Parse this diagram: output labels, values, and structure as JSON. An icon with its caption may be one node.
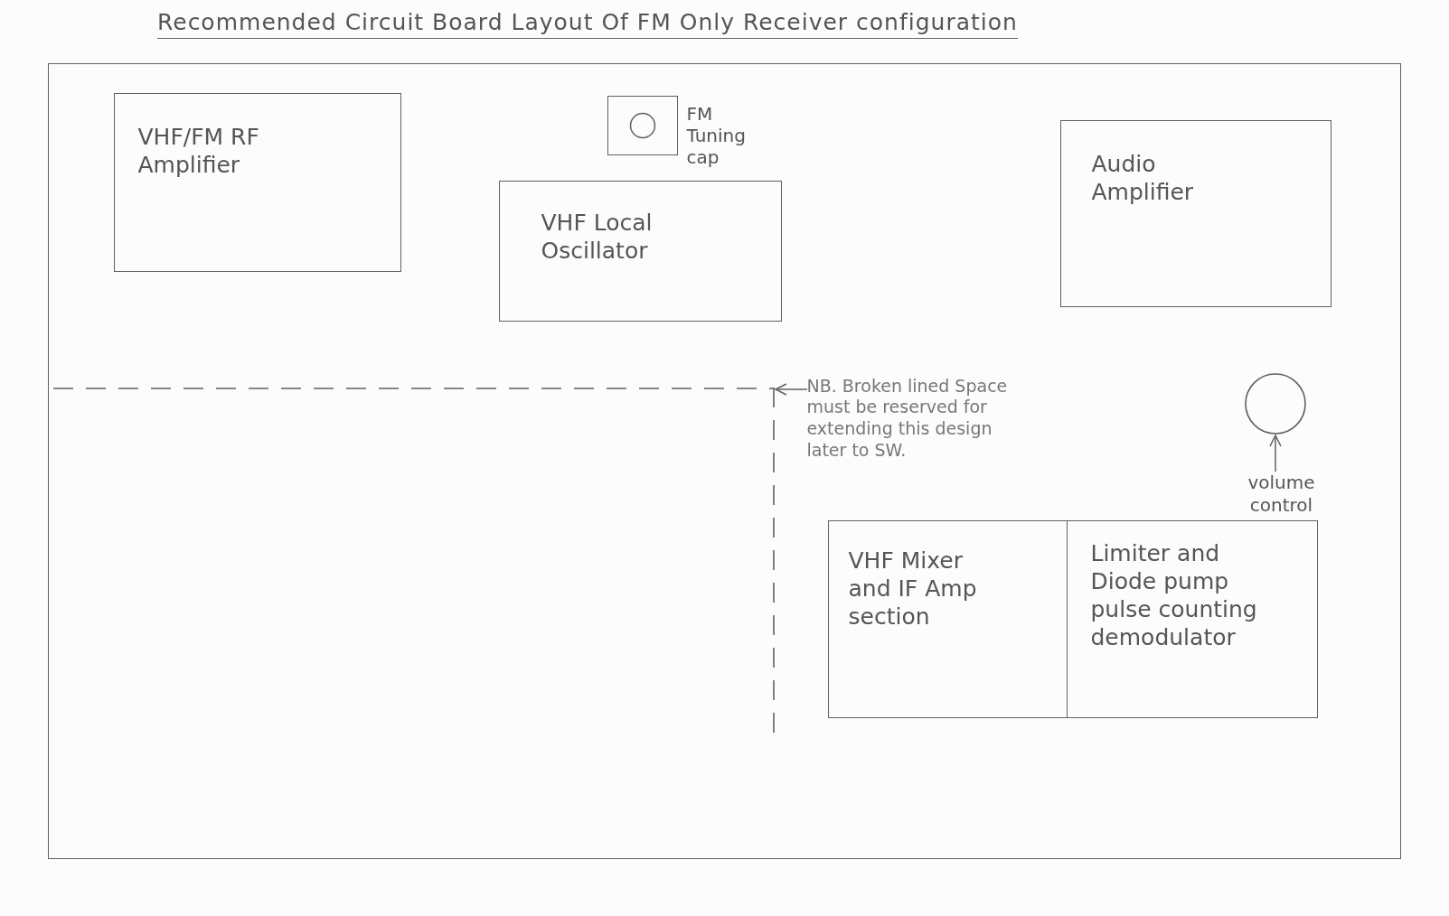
{
  "diagram": {
    "title": "Recommended Circuit Board Layout Of FM Only Receiver configuration",
    "nodes": [
      {
        "text": [],
        "shape": "box"
      },
      {
        "text": [
          "VHF/FM RF Amplifier"
        ],
        "in": 0
      },
      {
        "text": [],
        "shape": "box",
        "beside": [
          "FM Tuning cap"
        ],
        "in": 0
      },
      {
        "text": [
          "VHF Local Oscillator"
        ],
        "in": 0
      },
      {
        "text": [
          "Audio Amplifier"
        ],
        "in": 0
      },
      {
        "text": [],
        "shape": "circle",
        "in": 0
      },
      {
        "text": [],
        "shape": "box",
        "in": 0
      },
      {
        "text": [
          "NB. Broken lined Space must be reserved for extending this design later to SW."
        ],
        "in": 0
      },
      {
        "text": [
          "volume control"
        ],
        "in": 0
      },
      {
        "text": [
          "VHF Mixer and IF Amp section"
        ],
        "in": 0
      },
      {
        "text": [
          "Limiter and Diode pump pulse counting demodulator"
        ],
        "in": 0
      }
    ],
    "edges": [
      {
        "from": 7,
        "to": 6,
        "arrow": "to"
      },
      {
        "from": 8,
        "to": 5,
        "arrow": "to"
      }
    ]
  }
}
